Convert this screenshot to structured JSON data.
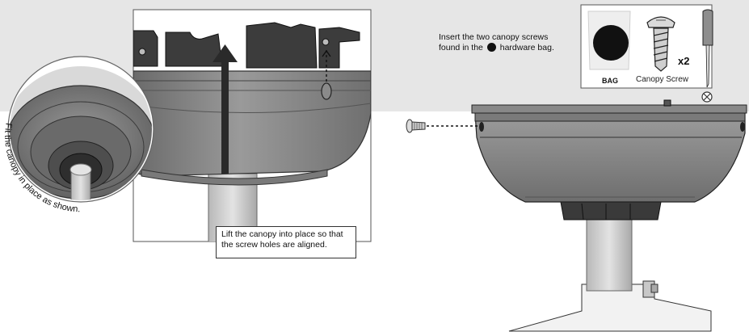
{
  "instructions": {
    "fit_canopy": "Fit the canopy in place as shown.",
    "lift_canopy_line1": "Lift the canopy into place so that",
    "lift_canopy_line2": "the screw holes are aligned.",
    "insert_screws_line1": "Insert the two canopy screws",
    "insert_screws_line2_a": "found in the",
    "insert_screws_line2_b": "hardware bag."
  },
  "hardware": {
    "bag_label": "BAG",
    "screw_label": "Canopy Screw",
    "quantity": "x2"
  },
  "colors": {
    "background_band": "#e6e6e6",
    "metal_dark": "#6d6d6d",
    "metal_mid": "#8c8c8c",
    "metal_light": "#b9b9b9",
    "ink": "#111111",
    "bracket": "#3c3c3c"
  },
  "icons": [
    "bag-dot-icon",
    "canopy-screw-icon",
    "screwdriver-icon",
    "arrow-up-icon"
  ]
}
